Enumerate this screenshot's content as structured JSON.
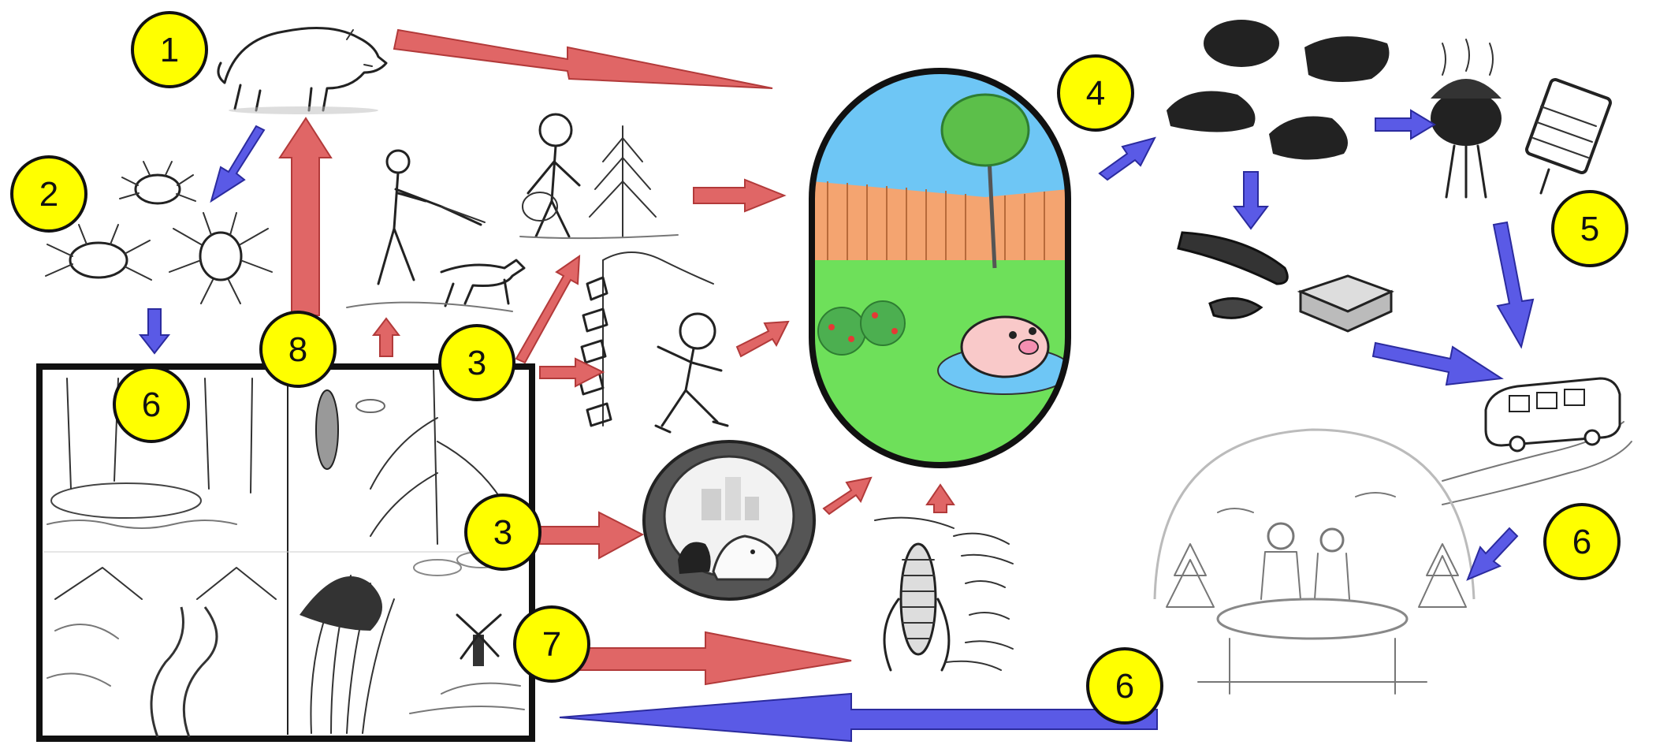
{
  "diagram": {
    "badges": [
      {
        "id": "b1",
        "label": "1"
      },
      {
        "id": "b2",
        "label": "2"
      },
      {
        "id": "b3a",
        "label": "3"
      },
      {
        "id": "b3b",
        "label": "3"
      },
      {
        "id": "b4",
        "label": "4"
      },
      {
        "id": "b5",
        "label": "5"
      },
      {
        "id": "b6a",
        "label": "6"
      },
      {
        "id": "b6b",
        "label": "6"
      },
      {
        "id": "b6c",
        "label": "6"
      },
      {
        "id": "b7",
        "label": "7"
      },
      {
        "id": "b8",
        "label": "8"
      }
    ],
    "colors": {
      "badge_fill": "#ffff00",
      "badge_stroke": "#111111",
      "red_arrow": "#e06666",
      "red_arrow_edge": "#b23a3a",
      "blue_arrow": "#5a5ae6",
      "blue_arrow_edge": "#2b2b9e",
      "sky": "#6ec6f5",
      "fence": "#f4a470",
      "grass": "#6ee05a"
    },
    "icons": [
      "wild-boar-icon",
      "ticks-icon",
      "hunter-with-dog-icon",
      "gatherer-stick-figure-icon",
      "fisherman-icon",
      "dog-and-cat-in-pipe-icon",
      "corn-and-pods-icon",
      "pig-in-backyard-icon",
      "meat-cuts-icon",
      "sausage-and-sandwich-icon",
      "grills-icon",
      "bus-on-road-icon",
      "picnic-scene-icon",
      "landscapes-collage-icon"
    ]
  }
}
